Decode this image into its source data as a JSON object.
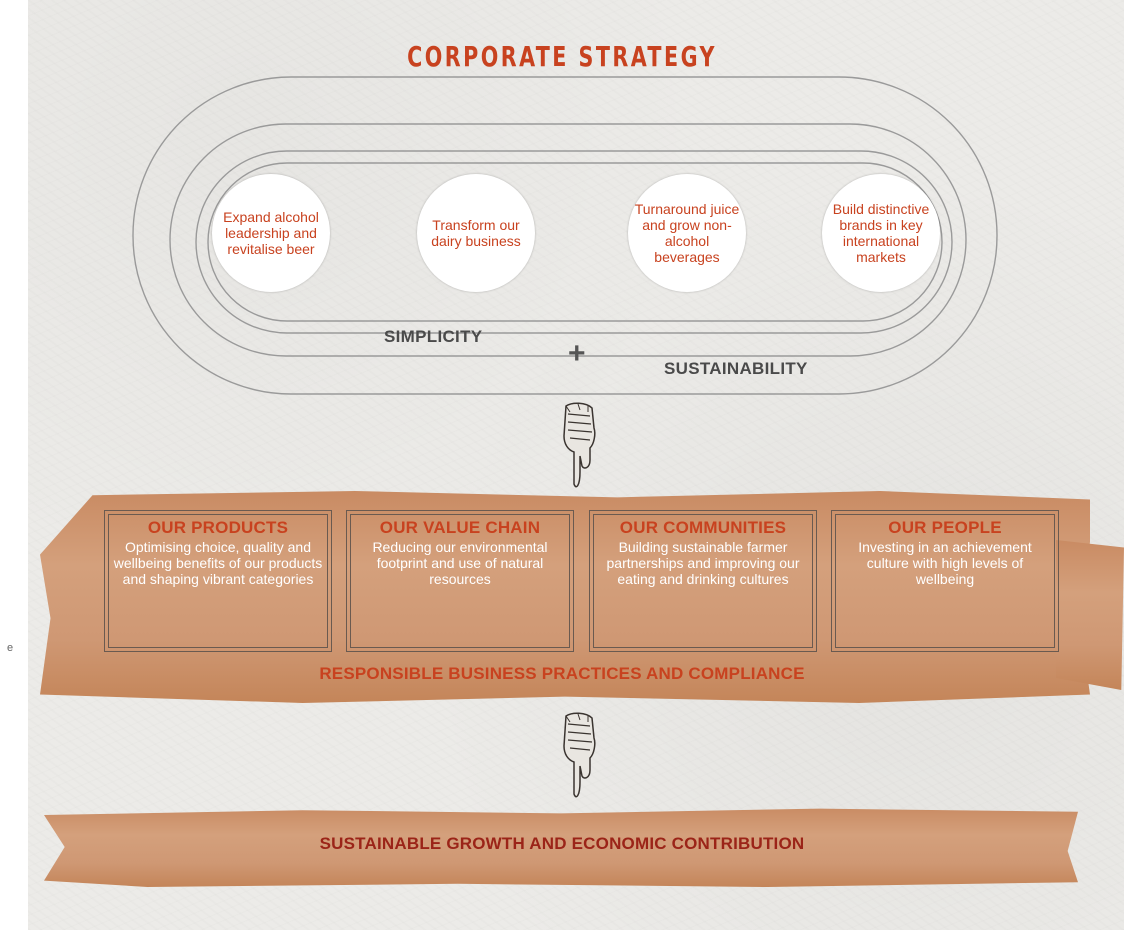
{
  "title": "CORPORATE STRATEGY",
  "pillars": [
    {
      "label": "Expand alcohol leadership and revitalise beer"
    },
    {
      "label": "Transform our dairy business"
    },
    {
      "label": "Turnaround juice and grow non-alcohol beverages"
    },
    {
      "label": "Build distinctive brands in key international markets"
    }
  ],
  "enablers": {
    "simplicity": "SIMPLICITY",
    "plus": "+",
    "sustainability": "SUSTAINABILITY"
  },
  "focus_areas": [
    {
      "heading": "OUR PRODUCTS",
      "description": "Optimising choice, quality and wellbeing benefits of our products and shaping vibrant categories"
    },
    {
      "heading": "OUR VALUE CHAIN",
      "description": "Reducing our environmental footprint and use of natural resources"
    },
    {
      "heading": "OUR COMMUNITIES",
      "description": "Building sustainable farmer partnerships and improving our eating and drinking cultures"
    },
    {
      "heading": "OUR PEOPLE",
      "description": "Investing in an achievement culture with high levels of wellbeing"
    }
  ],
  "foundation": "RESPONSIBLE BUSINESS PRACTICES AND COMPLIANCE",
  "outcome": "SUSTAINABLE GROWTH AND ECONOMIC CONTRIBUTION",
  "edge_fragment": "e",
  "colors": {
    "accent": "#c8421f",
    "outcome": "#9b2418",
    "tape": "#d4a07c",
    "neutral_text": "#4a4a4a"
  },
  "icons": [
    "pointing-hand-icon",
    "pointing-hand-icon"
  ]
}
